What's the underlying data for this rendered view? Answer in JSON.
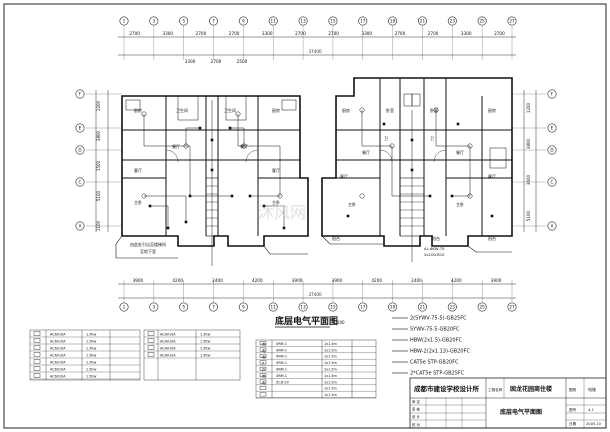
{
  "drawing": {
    "title": "底层电气平面图",
    "scale": "1:100",
    "dims_top_segments": [
      "2700",
      "3300",
      "2700",
      "2700",
      "3300",
      "2700",
      "2700",
      "3300",
      "2700",
      "2700",
      "3300",
      "2700"
    ],
    "dims_top_partial": [
      "3300",
      "2700",
      "2500"
    ],
    "dims_top_total": "37400",
    "dims_bottom_segments": [
      "3900",
      "4200",
      "2400",
      "4200",
      "3900",
      "3900",
      "4200",
      "2400",
      "4200",
      "3900"
    ],
    "dims_bottom_total": "37400",
    "dims_left": [
      "1200",
      "3800",
      "1500",
      "5100",
      "1100"
    ],
    "dims_right": [
      "1200",
      "3800",
      "3600",
      "5100"
    ],
    "axis_top": [
      "1",
      "3",
      "5",
      "7",
      "9",
      "11",
      "13",
      "15",
      "17",
      "19",
      "21",
      "23",
      "25",
      "27"
    ],
    "axis_bottom": [
      "1",
      "3",
      "5",
      "7",
      "9",
      "11",
      "13",
      "15",
      "17",
      "19",
      "21",
      "23",
      "25",
      "27"
    ],
    "axis_left": [
      "F",
      "E",
      "D",
      "C",
      "A"
    ],
    "axis_right": [
      "F",
      "E",
      "D",
      "C",
      "A"
    ],
    "rooms_left_unit": [
      "厨房",
      "卫生间",
      "卫生间",
      "厨房",
      "餐厅",
      "餐厅",
      "客厅",
      "客厅",
      "主卧",
      "主卧"
    ],
    "rooms_right_unit": [
      "厨房",
      "卧室",
      "卧室",
      "厨房",
      "卫",
      "卫",
      "餐厅",
      "餐厅",
      "客厅",
      "客厅",
      "主卧",
      "主卧",
      "阳台",
      "阳台",
      "阳台"
    ],
    "note_left": "由此处引出至楼梯间",
    "note_left_2": "至地下室",
    "cable_label": "AL-6KW-75",
    "cable_label_2": "2x100-B10"
  },
  "legend_list": [
    "2(SYWV-75-5)-GB25FC",
    "SYWV-75-5-GB20FC",
    "HBW(2x1.5)-GB20FC",
    "HBW-2(2x1.13)-GB20FC",
    "CAT5e  STP-GB20FC",
    "2*CAT5e  STP-GB25FC"
  ],
  "table1": {
    "rows": [
      {
        "name": "AC6010A",
        "spec": "1.5Kw"
      },
      {
        "name": "AC6010A",
        "spec": "1.5Kw"
      },
      {
        "name": "AC6010A",
        "spec": "1.5Kw"
      },
      {
        "name": "AC6010A",
        "spec": "1.5Kw"
      },
      {
        "name": "AC6010A",
        "spec": "1.5Kw"
      },
      {
        "name": "AC6010A",
        "spec": "1.5Kw"
      },
      {
        "name": "AC6010A",
        "spec": "1.5Kw"
      }
    ]
  },
  "table2": {
    "rows": [
      {
        "name": "AC6010A",
        "spec": "1.5Kw"
      },
      {
        "name": "AC6010A",
        "spec": "1.5Kw"
      },
      {
        "name": "AC6010A",
        "spec": "1.5Kw"
      },
      {
        "name": "AC6010A",
        "spec": "1.5Kw"
      }
    ]
  },
  "table3": {
    "rows": [
      {
        "name": "XRM-1",
        "spec": "1x1.5m"
      },
      {
        "name": "XRM-1",
        "spec": "1x1.5m"
      },
      {
        "name": "XRM-1",
        "spec": "1x1.5m"
      },
      {
        "name": "XRM-1",
        "spec": "1x1.5m"
      },
      {
        "name": "XRM-1",
        "spec": "1x1.5m"
      },
      {
        "name": "XRM-1",
        "spec": "1x1.5m"
      },
      {
        "name": "ZCD-20",
        "spec": "1x1.5m"
      },
      {
        "name": "",
        "spec": "1x1.5m"
      },
      {
        "name": "",
        "spec": "1x1.5m"
      }
    ],
    "symbols": [
      "电",
      "电",
      "电",
      "P",
      "户",
      "电",
      "电"
    ]
  },
  "titleblock": {
    "institute": "成都市建设学校设计所",
    "project_label": "工程名称",
    "project": "固龙花园商住楼",
    "drawing_label": "图别",
    "drawing_no": "电施",
    "drawing_title": "底层电气平面图",
    "roles": [
      "审 定",
      "审 核",
      "设 计",
      "校 对"
    ],
    "date_label": "日期",
    "date_value": "2005.10",
    "sheet_label": "图号",
    "sheet_value": "4-1"
  },
  "watermark": "沐风网"
}
